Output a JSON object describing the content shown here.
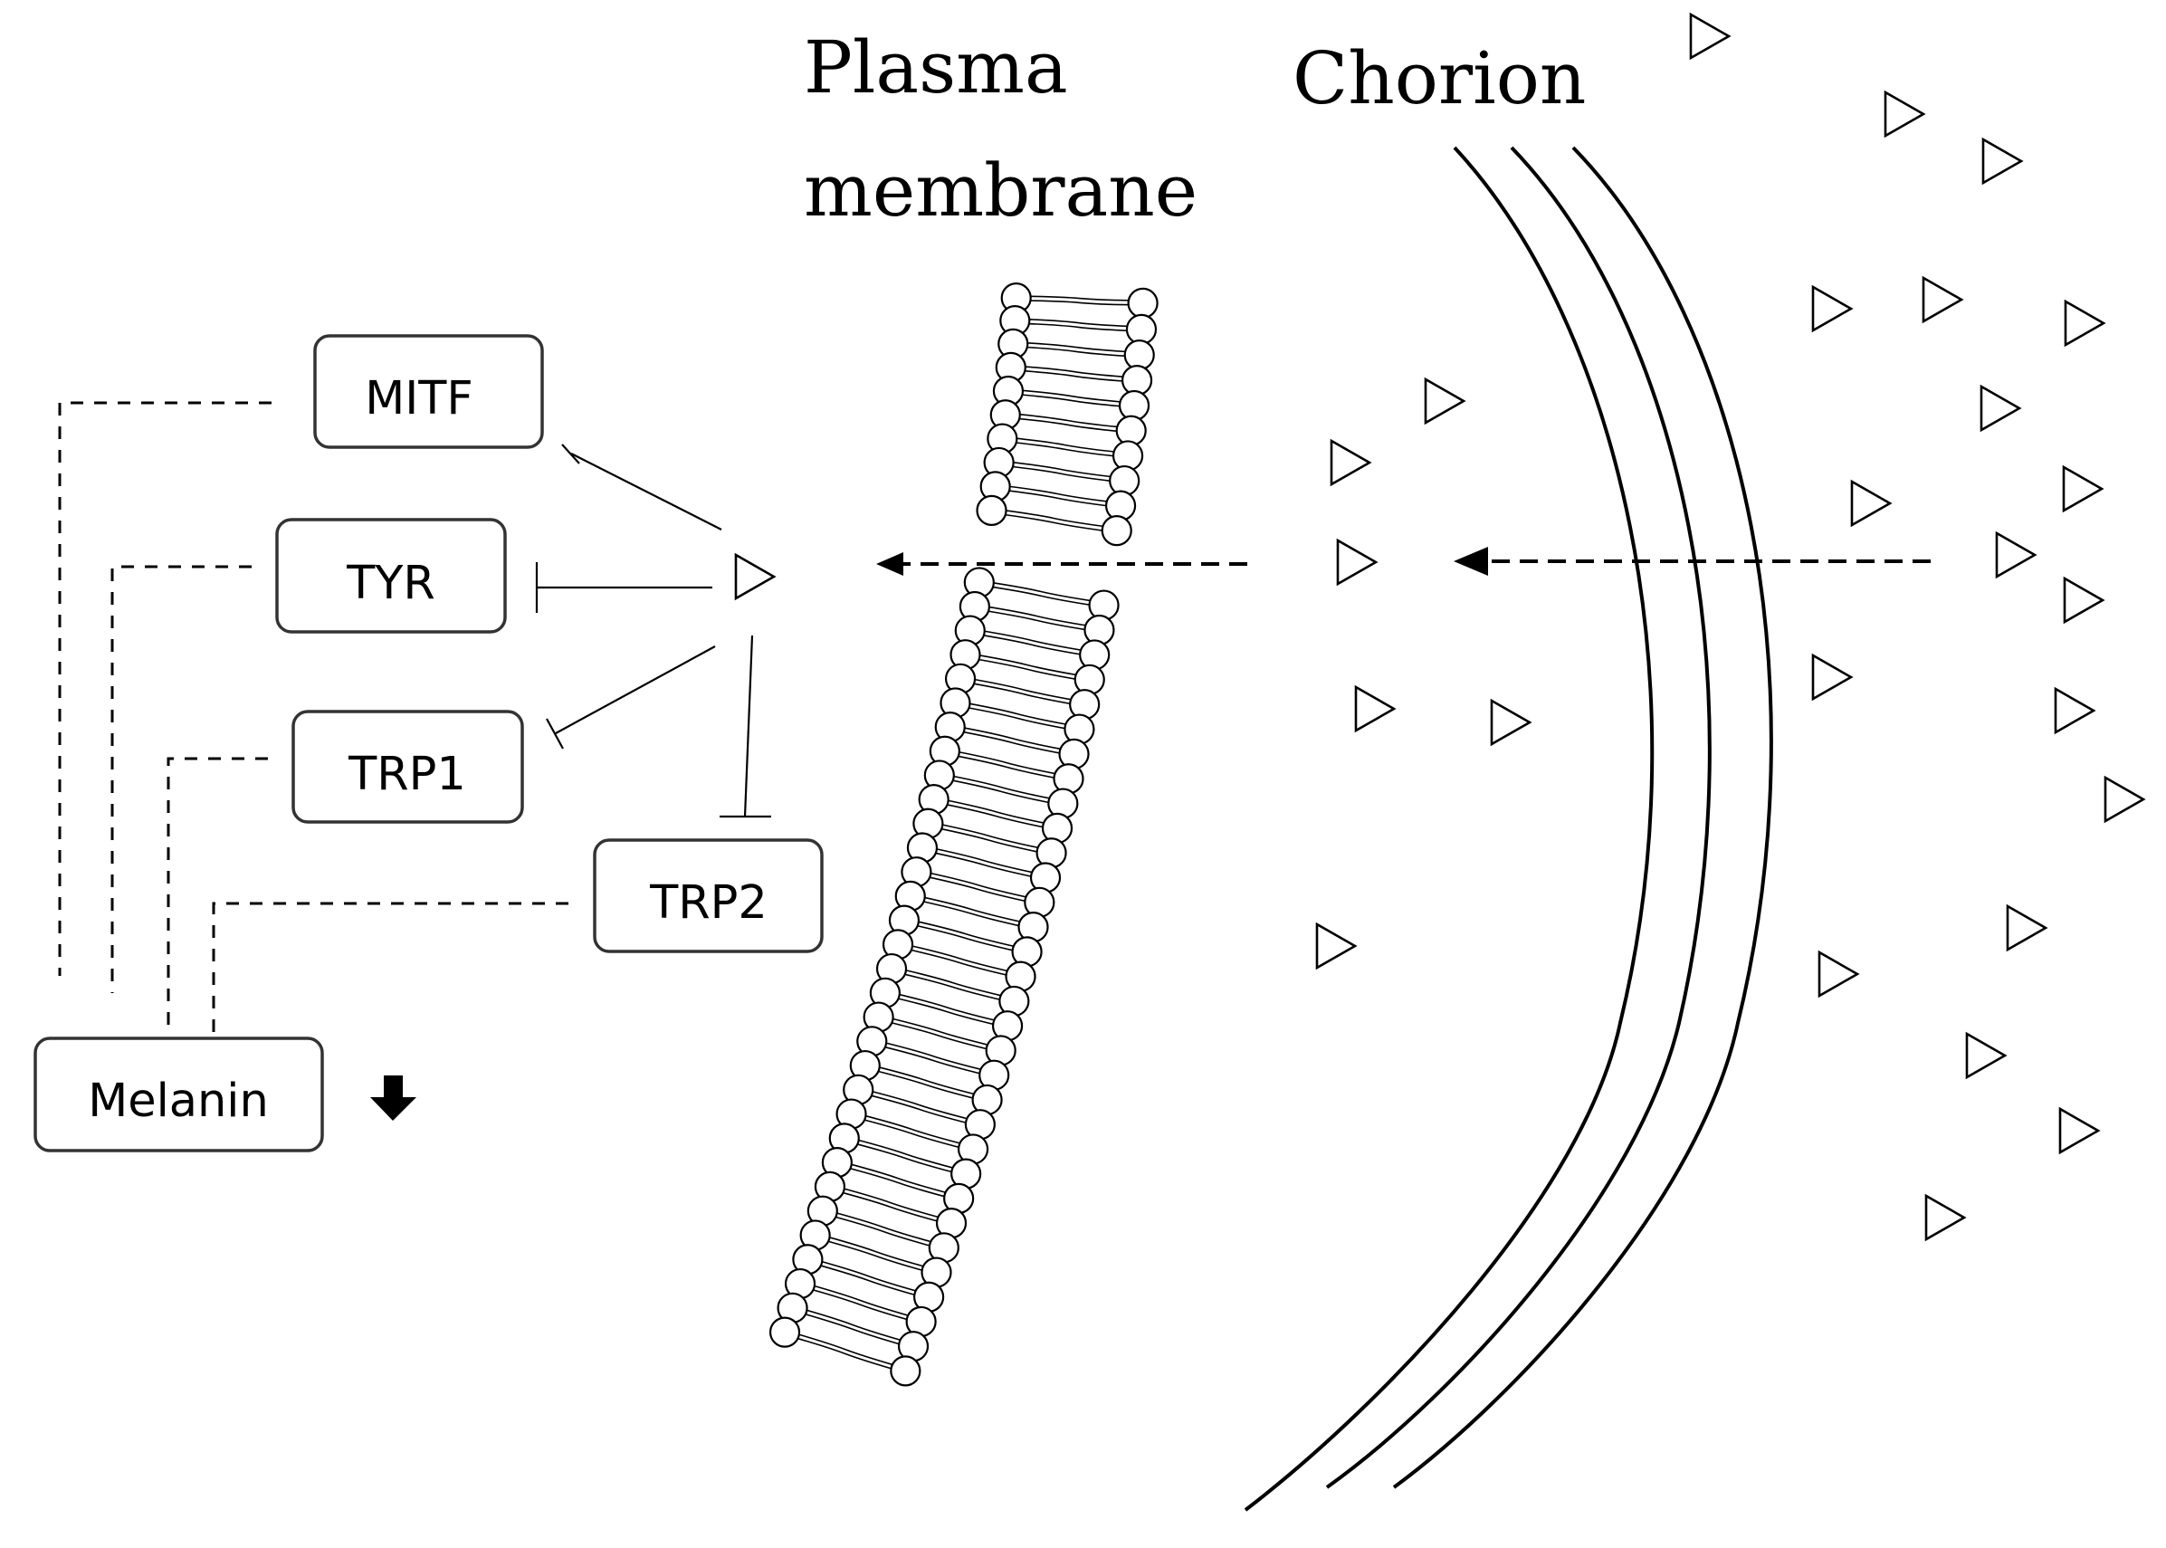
{
  "labels": {
    "plasma_membrane_line1": "Plasma",
    "plasma_membrane_line2": "membrane",
    "chorion": "Chorion"
  },
  "genes": {
    "mitf": "MITF",
    "tyr": "TYR",
    "trp1": "TRP1",
    "trp2": "TRP2",
    "melanin": "Melanin"
  },
  "icons": {
    "molecule": "open-triangle-icon",
    "decrease": "down-arrow-icon"
  }
}
